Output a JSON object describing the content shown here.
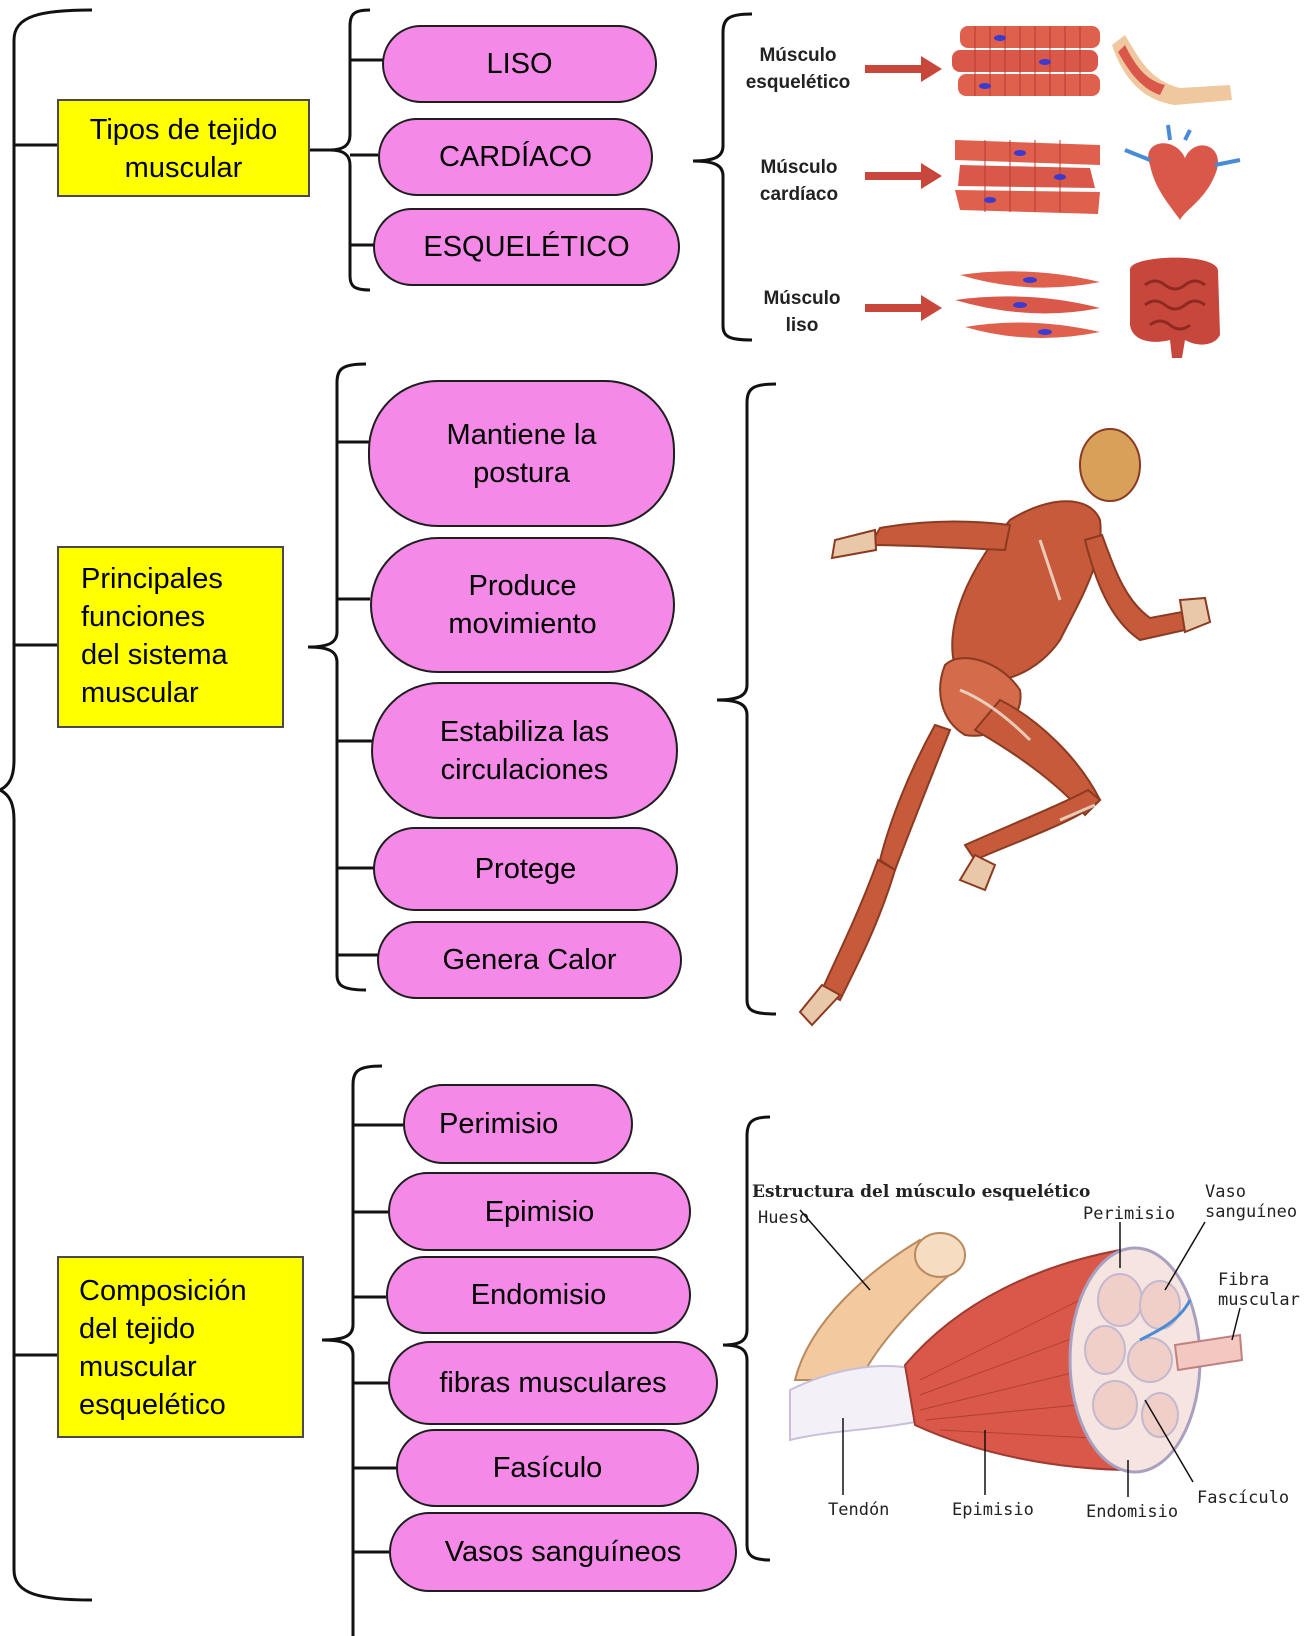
{
  "categories": [
    {
      "label": "Tipos de tejido\nmuscular"
    },
    {
      "label": "Principales\nfunciones\ndel sistema\nmuscular"
    },
    {
      "label": "Composición\ndel tejido\nmuscular\nesquelético"
    }
  ],
  "tipos": [
    "LISO",
    "CARDÍACO",
    "ESQUELÉTICO"
  ],
  "funciones": [
    "Mantiene la\npostura",
    "Produce\nmovimiento",
    "Estabiliza las\ncirculaciones",
    "Protege",
    "Genera Calor"
  ],
  "composicion": [
    "Perimisio",
    "Epimisio",
    "Endomisio",
    "fibras musculares",
    "Fasículo",
    "Vasos sanguíneos"
  ],
  "muscle_types_figure": {
    "labels": [
      "Músculo\nesquelético",
      "Músculo\ncardíaco",
      "Músculo\nliso"
    ]
  },
  "structure_figure": {
    "title": "Estructura del músculo esquelético",
    "labels": {
      "hueso": "Hueso",
      "perimisio": "Perimisio",
      "vaso": "Vaso\nsanguíneo",
      "fibra": "Fibra\nmuscular",
      "tendon": "Tendón",
      "epimisio": "Epimisio",
      "endomisio": "Endomisio",
      "fasciculo": "Fascículo"
    }
  },
  "colors": {
    "category_box": "#ffff00",
    "pill": "#f489e8",
    "muscle_red": "#d9584a",
    "arrow": "#c8463a"
  }
}
